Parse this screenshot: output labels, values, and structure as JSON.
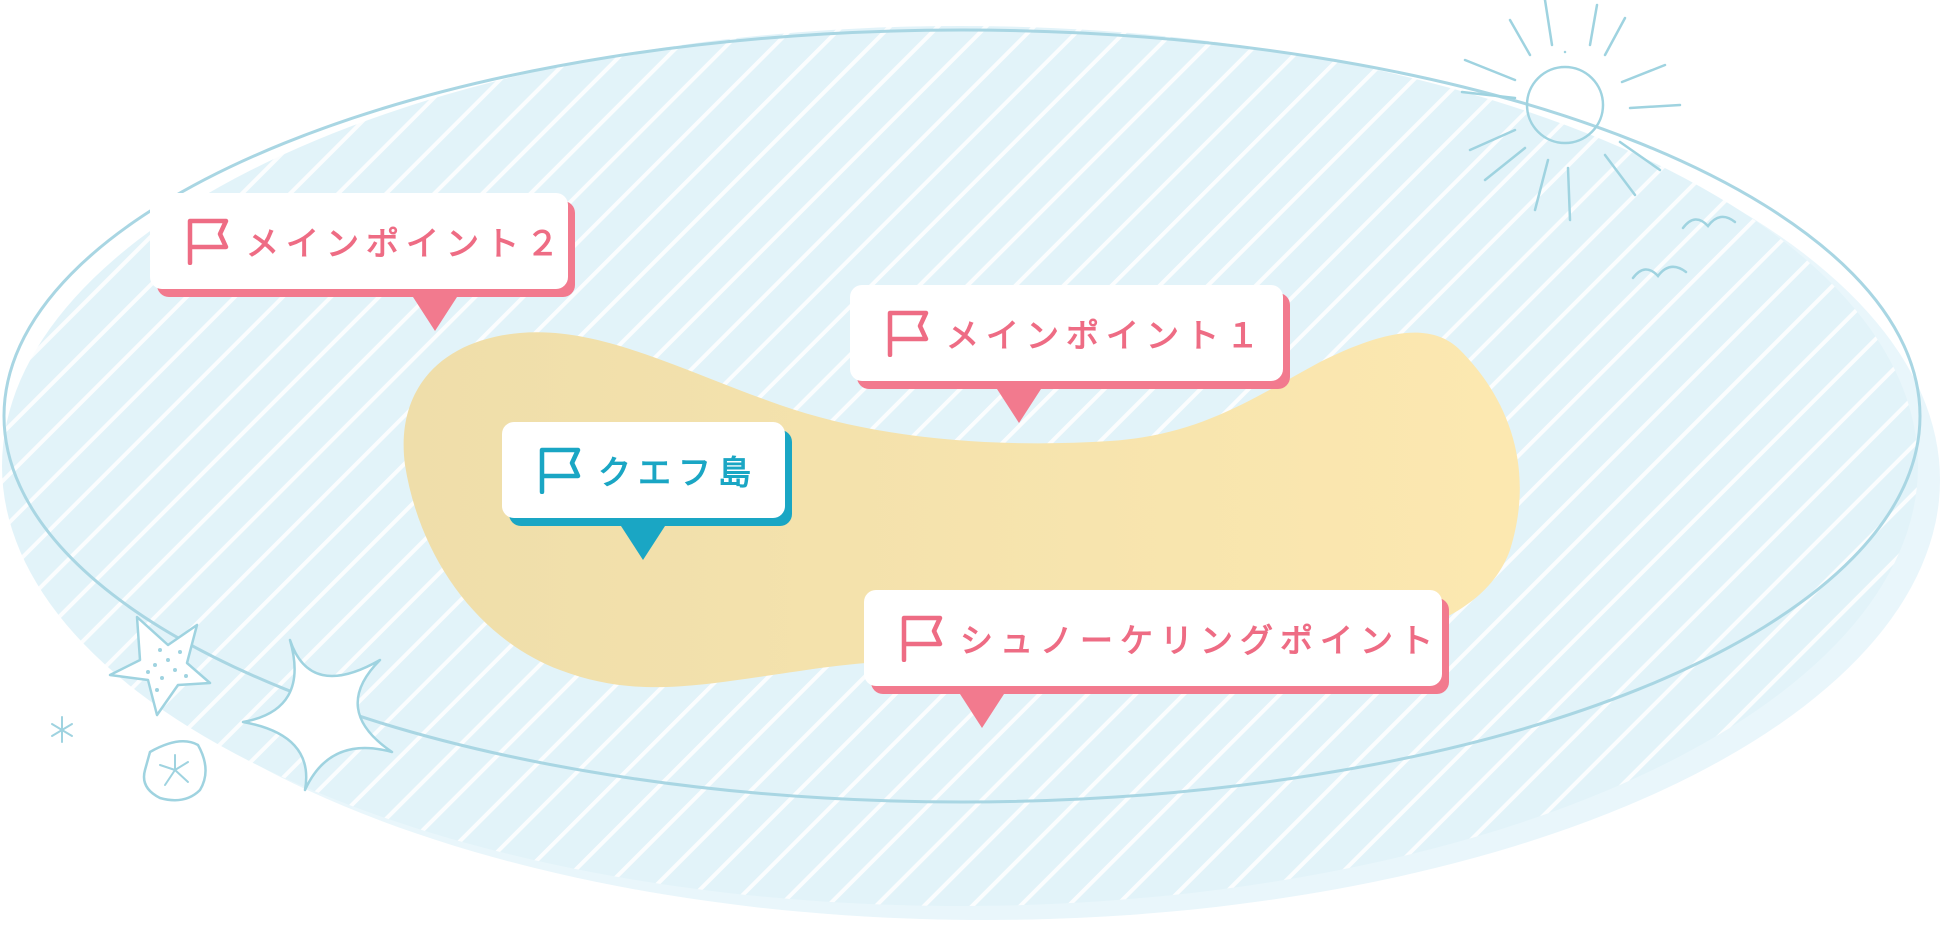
{
  "map": {
    "colors": {
      "sea_fill": "#e2f3f9",
      "sea_stripe": "#ffffff",
      "sea_outline": "#a9d6e3",
      "island_left": "#f0dfa9",
      "island_right": "#fbe8b2",
      "pin_pink": "#f27a8e",
      "pin_blue": "#1aa6c4",
      "doodle": "#9fd3e0"
    },
    "pins": [
      {
        "id": "main-point-2",
        "label": "メインポイント２",
        "color": "pink"
      },
      {
        "id": "main-point-1",
        "label": "メインポイント１",
        "color": "pink"
      },
      {
        "id": "island",
        "label": "クエフ島",
        "color": "blue"
      },
      {
        "id": "snorkeling-point",
        "label": "シュノーケリングポイント",
        "color": "pink"
      }
    ],
    "icons": {
      "pin_icon": "flag-icon",
      "decorations": [
        "sun-icon",
        "seagull-icon",
        "seagull-icon",
        "starfish-icon",
        "sparkle-icon",
        "sand-dollar-icon",
        "small-sparkle-icon"
      ]
    }
  }
}
